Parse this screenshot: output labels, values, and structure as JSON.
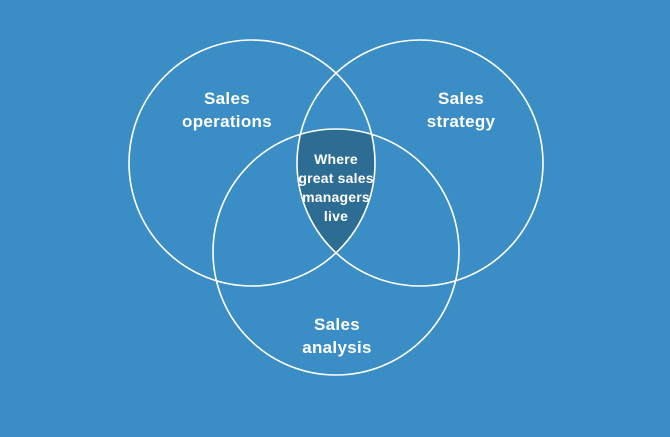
{
  "diagram": {
    "type": "venn-3-circle",
    "colors": {
      "background": "#3a8dc5",
      "circle_outline": "#ffffff",
      "center_fill": "#2d6d93",
      "text": "#ffffff"
    },
    "circles": [
      {
        "name": "sales-operations",
        "label": "Sales operations",
        "label_lines": [
          "Sales",
          "operations"
        ]
      },
      {
        "name": "sales-strategy",
        "label": "Sales strategy",
        "label_lines": [
          "Sales",
          "strategy"
        ]
      },
      {
        "name": "sales-analysis",
        "label": "Sales analysis",
        "label_lines": [
          "Sales",
          "analysis"
        ]
      }
    ],
    "center": {
      "label": "Where great sales managers live",
      "label_lines": [
        "Where",
        "great sales",
        "managers",
        "live"
      ]
    }
  }
}
